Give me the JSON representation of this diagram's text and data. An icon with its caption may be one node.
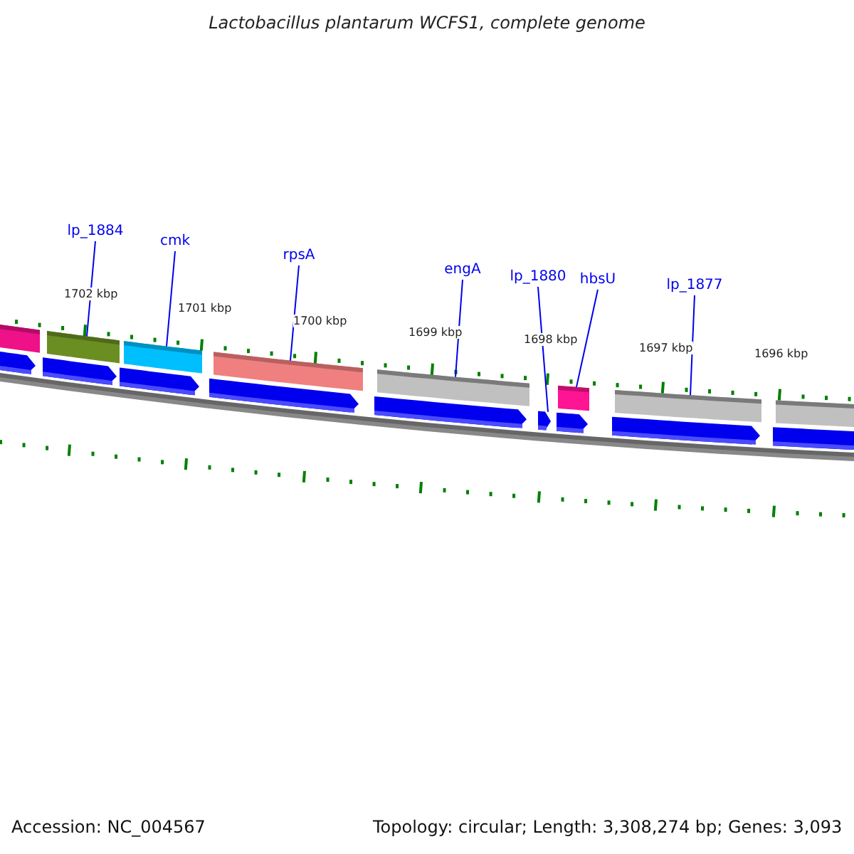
{
  "diagram": {
    "title": "Lactobacillus plantarum WCFS1, complete genome",
    "nodes": [
      {
        "text": [
          "lp_1884"
        ]
      },
      {
        "text": [
          "cmk"
        ]
      },
      {
        "text": [
          "rpsA"
        ]
      },
      {
        "text": [
          "engA"
        ]
      },
      {
        "text": [
          "lp_1880"
        ]
      },
      {
        "text": [
          "hbsU"
        ]
      },
      {
        "text": [
          "lp_1877"
        ]
      },
      {
        "text": [],
        "shape": "bar"
      },
      {
        "text": [],
        "shape": "bar"
      },
      {
        "text": [],
        "shape": "bar"
      },
      {
        "text": [],
        "shape": "bar"
      },
      {
        "text": [],
        "shape": "bar"
      },
      {
        "text": [],
        "shape": "bar"
      },
      {
        "text": [],
        "shape": "bar"
      }
    ],
    "edges": [
      {
        "from": 0,
        "to": 7,
        "arrow": "none"
      },
      {
        "from": 1,
        "to": 8,
        "arrow": "none"
      },
      {
        "from": 2,
        "to": 9,
        "arrow": "none"
      },
      {
        "from": 3,
        "to": 10,
        "arrow": "none"
      },
      {
        "from": 4,
        "to": 11,
        "arrow": "none"
      },
      {
        "from": 5,
        "to": 12,
        "arrow": "none"
      },
      {
        "from": 6,
        "to": 13,
        "arrow": "none"
      }
    ],
    "labels": [
      "1702 kbp",
      "1701 kbp",
      "1700 kbp",
      "1699 kbp",
      "1698 kbp",
      "1697 kbp",
      "1696 kbp",
      "Accession: NC_004567",
      "Topology: circular; Length: 3,308,274 bp; Genes: 3,093"
    ]
  }
}
